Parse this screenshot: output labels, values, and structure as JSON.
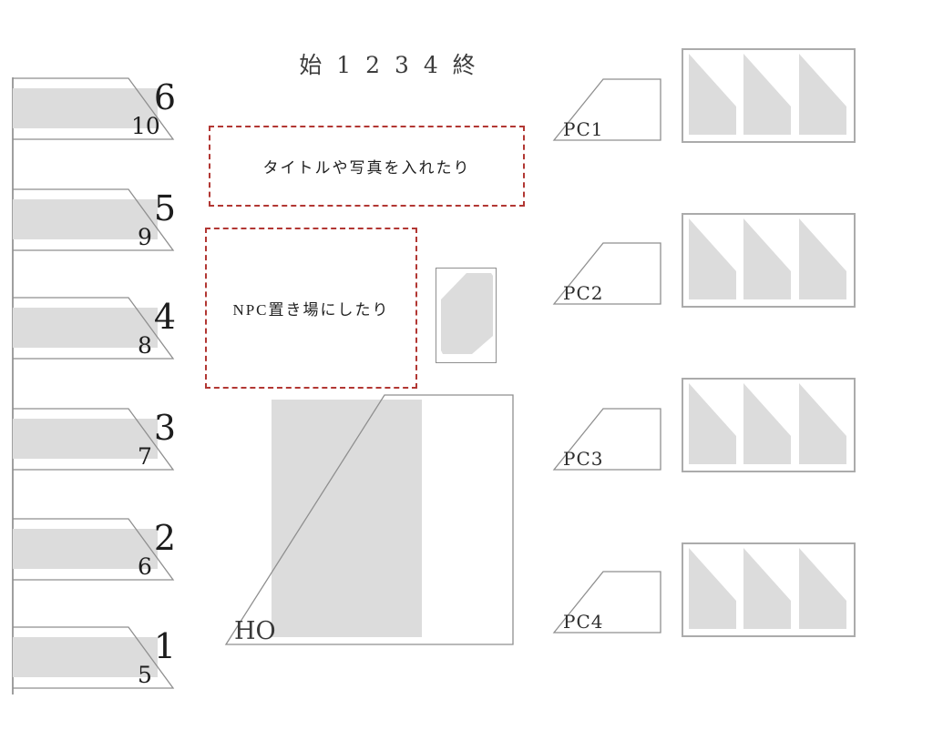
{
  "track": {
    "label": "始 1 2 3 4 終"
  },
  "left_slots": {
    "items": [
      {
        "big": "6",
        "small": "10"
      },
      {
        "big": "5",
        "small": "9"
      },
      {
        "big": "4",
        "small": "8"
      },
      {
        "big": "3",
        "small": "7"
      },
      {
        "big": "2",
        "small": "6"
      },
      {
        "big": "1",
        "small": "5"
      }
    ]
  },
  "placeholders": {
    "title_box_label": "タイトルや写真を入れたり",
    "npc_box_label": "NPC置き場にしたり"
  },
  "ho": {
    "label": "HO"
  },
  "pc_slots": {
    "items": [
      {
        "label": "PC1"
      },
      {
        "label": "PC2"
      },
      {
        "label": "PC3"
      },
      {
        "label": "PC4"
      }
    ]
  },
  "colors": {
    "accent_red": "#b23733",
    "shape_fill": "#dcdcdc",
    "line": "#8f8f8f",
    "text": "#222222"
  }
}
